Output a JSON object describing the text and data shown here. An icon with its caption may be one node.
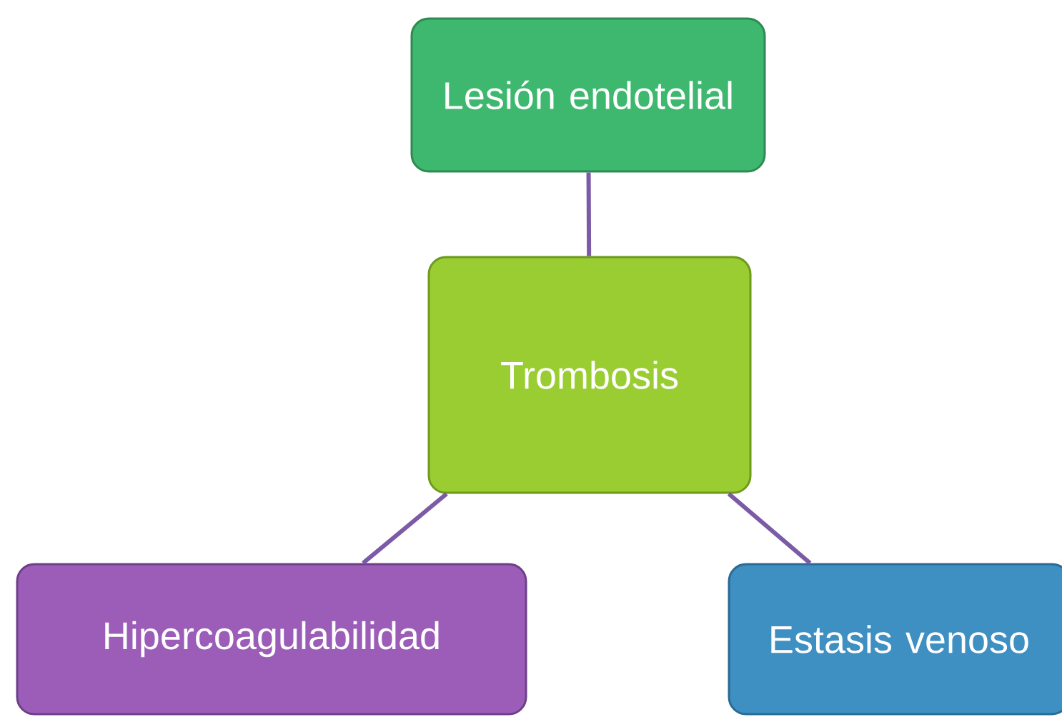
{
  "diagram": {
    "nodes": [
      {
        "text": [
          "Lesión endotelial"
        ]
      },
      {
        "text": [
          "Trombosis"
        ]
      },
      {
        "text": [
          "Hipercoagulabilidad"
        ]
      },
      {
        "text": [
          "Estasis venoso"
        ]
      }
    ],
    "edges": [
      {
        "from": 0,
        "to": 1,
        "arrow": "none"
      },
      {
        "from": 1,
        "to": 2,
        "arrow": "none"
      },
      {
        "from": 1,
        "to": 3,
        "arrow": "none"
      }
    ]
  }
}
